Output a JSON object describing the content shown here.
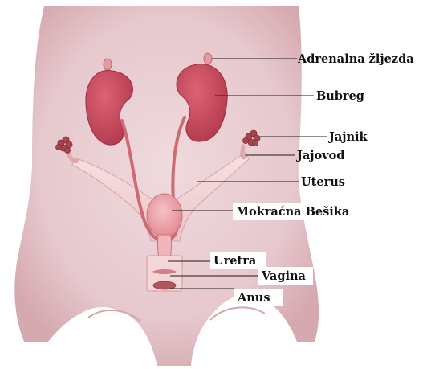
{
  "labels": {
    "adrenal": "Adrenalna žljezda",
    "kidney": "Bubreg",
    "ovary": "Jajnik",
    "oviduct": "Jajovod",
    "uterus": "Uterus",
    "bladder": "Mokraćna Bešika",
    "urethra": "Uretra",
    "vagina": "Vagina",
    "anus": "Anus"
  },
  "colors": {
    "body": "#e9ced2",
    "body_shade": "#d9aeb4",
    "kidney": "#c8485a",
    "kidney_dark": "#a83245",
    "ureter": "#cf6a72",
    "uterus": "#f1d3d3",
    "bladder": "#eea0a6",
    "ovary": "#a8454c",
    "label_bg": "#ffffff",
    "label_text": "#111111"
  }
}
